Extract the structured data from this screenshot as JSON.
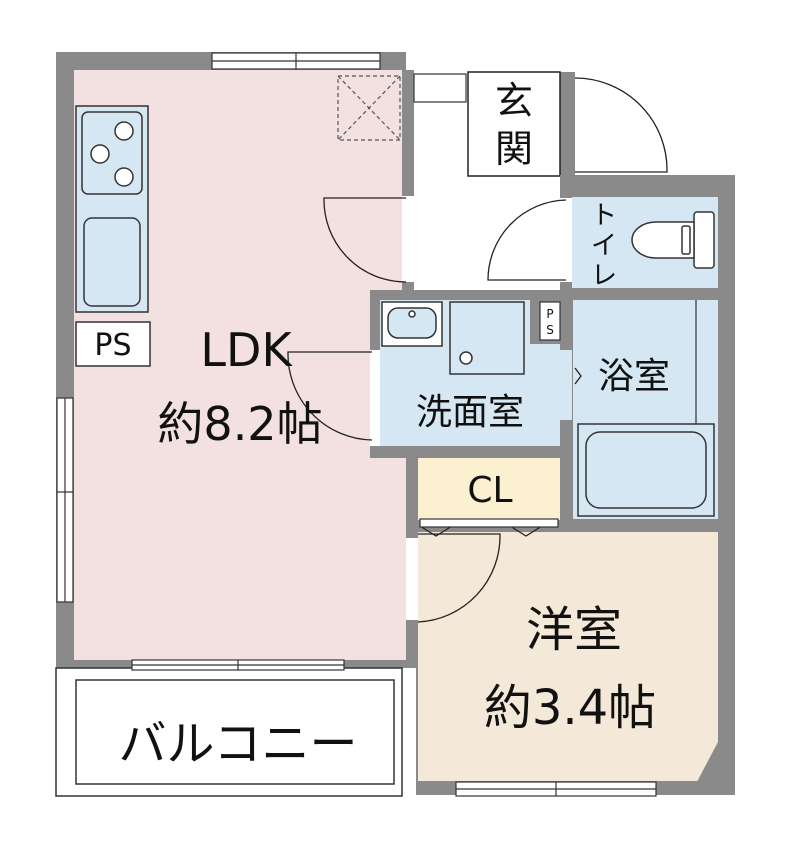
{
  "floorplan": {
    "rooms": {
      "ldk": {
        "name": "LDK",
        "size": "約8.2帖"
      },
      "western": {
        "name": "洋室",
        "size": "約3.4帖"
      },
      "balcony": {
        "name": "バルコニー"
      },
      "entrance": {
        "line1": "玄",
        "line2": "関"
      },
      "toilet": {
        "line1": "ト",
        "line2": "イ",
        "line3": "レ"
      },
      "bath": {
        "name": "浴室"
      },
      "washroom": {
        "name": "洗面室"
      },
      "closet": {
        "name": "CL"
      },
      "ps_main": {
        "name": "PS"
      },
      "ps_small": {
        "line1": "P",
        "line2": "S"
      }
    },
    "colors": {
      "wall": "#8a8a8a",
      "ldk_floor": "#f3e1e2",
      "western_floor": "#f4e9d8",
      "closet_floor": "#fbf0cf",
      "wet_floor": "#d6e7f4",
      "white_floor": "#ffffff",
      "line": "#222222"
    }
  }
}
